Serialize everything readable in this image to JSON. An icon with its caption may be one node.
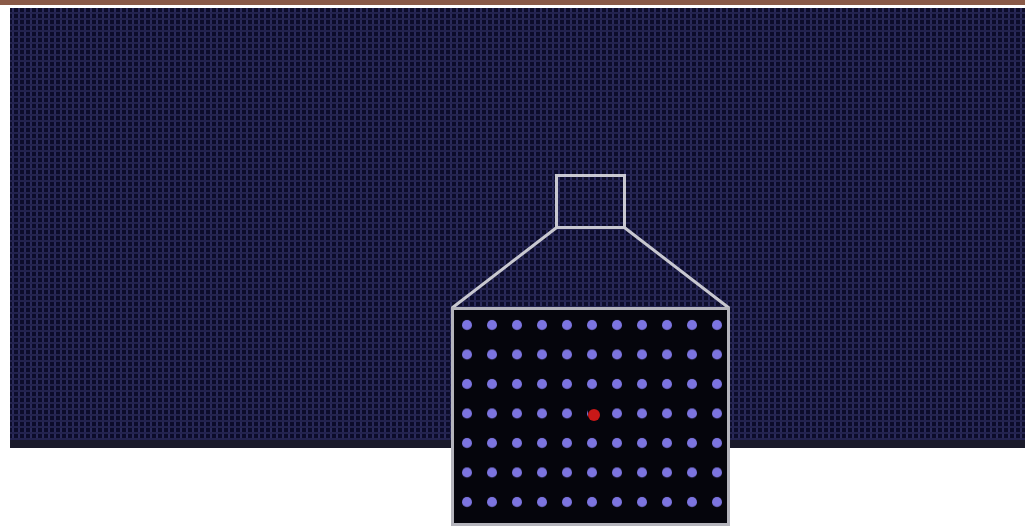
{
  "diagram": {
    "nodes": [
      {
        "text": [],
        "shape": "box"
      },
      {
        "text": [],
        "shape": "picture"
      }
    ],
    "edges": [
      {
        "from": 0,
        "to": 1,
        "arrow": "none"
      },
      {
        "from": 0,
        "to": 1,
        "arrow": "none"
      }
    ]
  }
}
